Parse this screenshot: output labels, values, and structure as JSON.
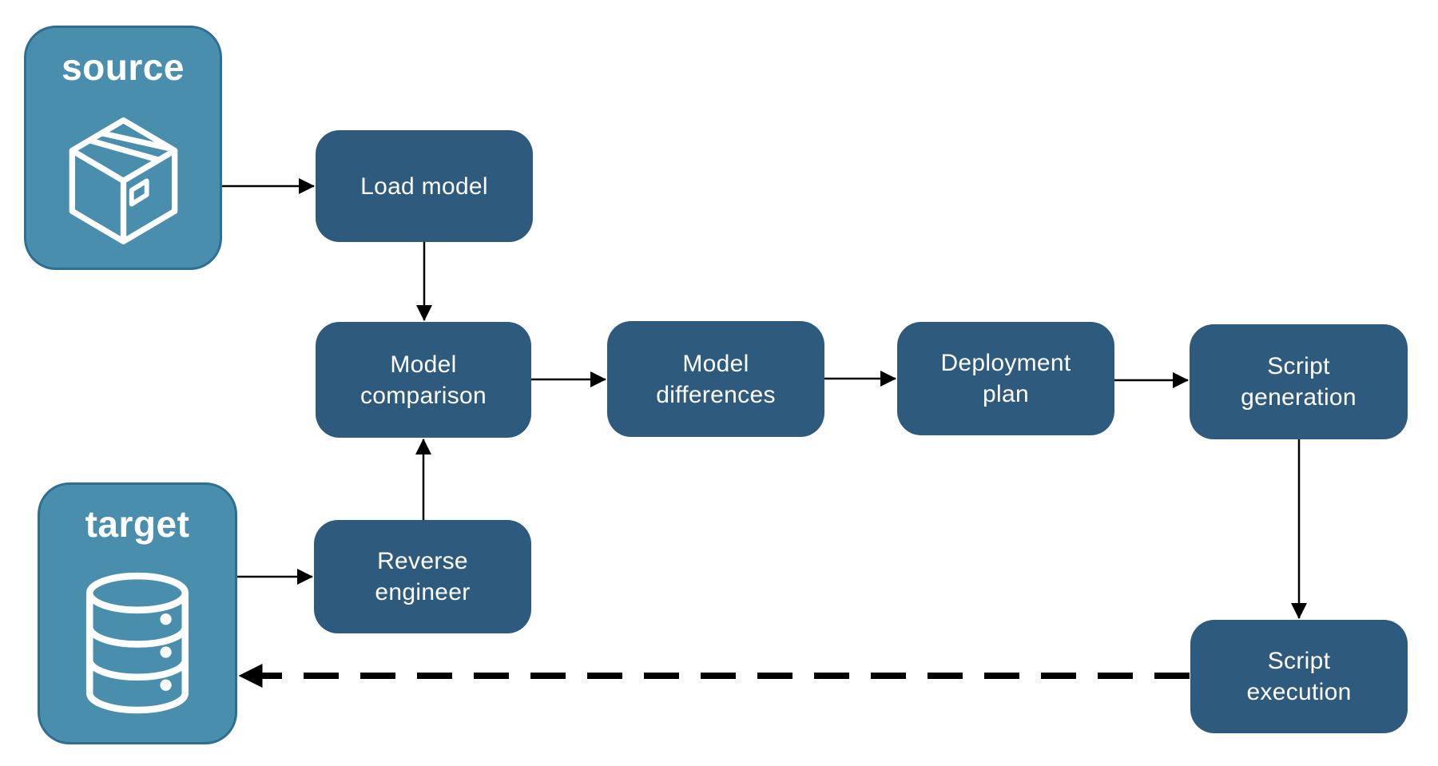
{
  "diagram": {
    "colors": {
      "node_fill": "#2E5B7D",
      "endpoint_fill": "#4A8EAD",
      "endpoint_border": "#2E6E8E",
      "arrow": "#000000",
      "label_text": "#FFFFFF"
    },
    "endpoints": [
      {
        "id": "source",
        "label": "source",
        "icon": "package-icon"
      },
      {
        "id": "target",
        "label": "target",
        "icon": "database-icon"
      }
    ],
    "nodes": [
      {
        "id": "load-model",
        "label": "Load model"
      },
      {
        "id": "model-comparison",
        "label": "Model comparison"
      },
      {
        "id": "model-differences",
        "label": "Model differences"
      },
      {
        "id": "deployment-plan",
        "label": "Deployment plan"
      },
      {
        "id": "script-generation",
        "label": "Script generation"
      },
      {
        "id": "reverse-engineer",
        "label": "Reverse engineer"
      },
      {
        "id": "script-execution",
        "label": "Script execution"
      }
    ],
    "edges": [
      {
        "from": "source",
        "to": "load-model",
        "style": "solid"
      },
      {
        "from": "load-model",
        "to": "model-comparison",
        "style": "solid"
      },
      {
        "from": "model-comparison",
        "to": "model-differences",
        "style": "solid"
      },
      {
        "from": "model-differences",
        "to": "deployment-plan",
        "style": "solid"
      },
      {
        "from": "deployment-plan",
        "to": "script-generation",
        "style": "solid"
      },
      {
        "from": "target",
        "to": "reverse-engineer",
        "style": "solid"
      },
      {
        "from": "reverse-engineer",
        "to": "model-comparison",
        "style": "solid"
      },
      {
        "from": "script-generation",
        "to": "script-execution",
        "style": "solid"
      },
      {
        "from": "script-execution",
        "to": "target",
        "style": "dashed"
      }
    ]
  }
}
